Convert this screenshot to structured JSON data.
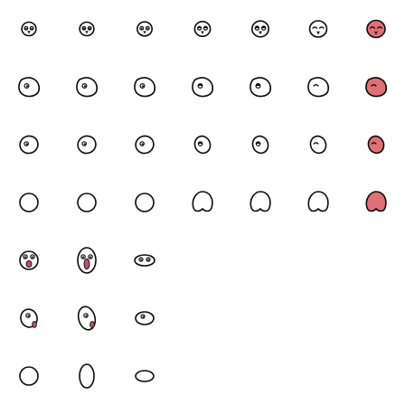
{
  "sheet": {
    "kind": "sprite-sheet",
    "colors": {
      "background": "#ffffff",
      "outline": "#0b0b0b",
      "body": "#ffffff",
      "mouth": "#c0506a",
      "flush": "#e07076"
    },
    "rows": [
      {
        "view": "front-face",
        "frames": [
          {
            "view": "front",
            "state": "normal"
          },
          {
            "view": "front",
            "state": "normal-wide-eyes"
          },
          {
            "view": "front",
            "state": "squint"
          },
          {
            "view": "front",
            "state": "half-closed"
          },
          {
            "view": "front",
            "state": "tired"
          },
          {
            "view": "front",
            "state": "closed-eyes"
          },
          {
            "view": "front",
            "state": "flushed"
          }
        ]
      },
      {
        "view": "three-quarter-face",
        "frames": [
          {
            "view": "tq",
            "state": "normal"
          },
          {
            "view": "tq",
            "state": "normal"
          },
          {
            "view": "tq",
            "state": "normal"
          },
          {
            "view": "tq",
            "state": "half-closed"
          },
          {
            "view": "tq",
            "state": "tired"
          },
          {
            "view": "tq",
            "state": "closed-eyes"
          },
          {
            "view": "tq",
            "state": "flushed"
          }
        ]
      },
      {
        "view": "side-face",
        "frames": [
          {
            "view": "side",
            "state": "normal"
          },
          {
            "view": "side",
            "state": "normal"
          },
          {
            "view": "side",
            "state": "normal"
          },
          {
            "view": "side",
            "state": "half-closed"
          },
          {
            "view": "side",
            "state": "tired"
          },
          {
            "view": "side",
            "state": "closed-eyes"
          },
          {
            "view": "side",
            "state": "flushed"
          }
        ]
      },
      {
        "view": "back",
        "frames": [
          {
            "view": "back-plain",
            "state": "plain"
          },
          {
            "view": "back-plain",
            "state": "plain"
          },
          {
            "view": "back-plain",
            "state": "plain"
          },
          {
            "view": "back-dent",
            "state": "plain"
          },
          {
            "view": "back-dent",
            "state": "plain"
          },
          {
            "view": "back-dent",
            "state": "plain"
          },
          {
            "view": "back-flushed",
            "state": "flushed"
          }
        ]
      },
      {
        "view": "front-shout",
        "frames": [
          {
            "view": "shout",
            "state": "small"
          },
          {
            "view": "shout",
            "state": "large"
          },
          {
            "view": "shout",
            "state": "flat"
          }
        ]
      },
      {
        "view": "side-shout",
        "frames": [
          {
            "view": "side-shout",
            "state": "small"
          },
          {
            "view": "side-shout",
            "state": "tall"
          },
          {
            "view": "side-shout",
            "state": "flat"
          }
        ]
      },
      {
        "view": "stretch",
        "frames": [
          {
            "view": "blob",
            "state": "round"
          },
          {
            "view": "blob",
            "state": "tall"
          },
          {
            "view": "blob",
            "state": "flat"
          }
        ]
      }
    ]
  }
}
